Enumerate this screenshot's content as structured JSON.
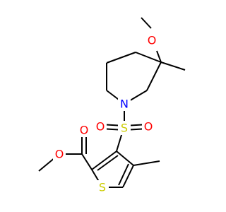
{
  "colors": {
    "carbon": "#000000",
    "oxygen": "#ff0000",
    "nitrogen": "#0000ff",
    "sulfur": "#cccc00",
    "background": "#ffffff"
  },
  "atoms": {
    "O_methoxy": "O",
    "N_ring": "N",
    "S_sulfonyl": "S",
    "O_sulfonyl_left": "O",
    "O_sulfonyl_right": "O",
    "O_carbonyl": "O",
    "O_ester": "O",
    "S_thiophene": "S"
  }
}
